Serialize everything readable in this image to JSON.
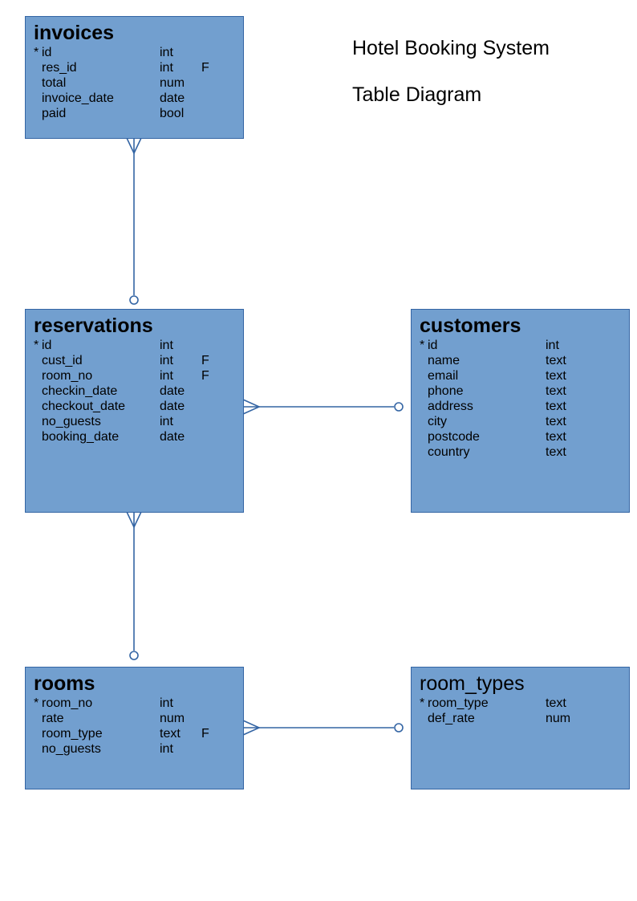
{
  "header": {
    "title": "Hotel Booking System",
    "subtitle": "Table Diagram"
  },
  "colors": {
    "entity_fill": "#729fcf",
    "entity_border": "#3465a4",
    "connector": "#3465a4"
  },
  "entities": [
    {
      "name": "invoices",
      "fields": [
        {
          "key": "*",
          "name": "id",
          "type": "int",
          "fk": ""
        },
        {
          "key": "",
          "name": "res_id",
          "type": "int",
          "fk": "F"
        },
        {
          "key": "",
          "name": "total",
          "type": "num",
          "fk": ""
        },
        {
          "key": "",
          "name": "invoice_date",
          "type": "date",
          "fk": ""
        },
        {
          "key": "",
          "name": "paid",
          "type": "bool",
          "fk": ""
        }
      ]
    },
    {
      "name": "reservations",
      "fields": [
        {
          "key": "*",
          "name": "id",
          "type": "int",
          "fk": ""
        },
        {
          "key": "",
          "name": "cust_id",
          "type": "int",
          "fk": "F"
        },
        {
          "key": "",
          "name": "room_no",
          "type": "int",
          "fk": "F"
        },
        {
          "key": "",
          "name": "checkin_date",
          "type": "date",
          "fk": ""
        },
        {
          "key": "",
          "name": "checkout_date",
          "type": "date",
          "fk": ""
        },
        {
          "key": "",
          "name": "no_guests",
          "type": "int",
          "fk": ""
        },
        {
          "key": "",
          "name": "booking_date",
          "type": "date",
          "fk": ""
        }
      ]
    },
    {
      "name": "customers",
      "fields": [
        {
          "key": "*",
          "name": "id",
          "type": "int",
          "fk": ""
        },
        {
          "key": "",
          "name": "name",
          "type": "text",
          "fk": ""
        },
        {
          "key": "",
          "name": "email",
          "type": "text",
          "fk": ""
        },
        {
          "key": "",
          "name": "phone",
          "type": "text",
          "fk": ""
        },
        {
          "key": "",
          "name": "address",
          "type": "text",
          "fk": ""
        },
        {
          "key": "",
          "name": "city",
          "type": "text",
          "fk": ""
        },
        {
          "key": "",
          "name": "postcode",
          "type": "text",
          "fk": ""
        },
        {
          "key": "",
          "name": "country",
          "type": "text",
          "fk": ""
        }
      ]
    },
    {
      "name": "rooms",
      "fields": [
        {
          "key": "*",
          "name": "room_no",
          "type": "int",
          "fk": ""
        },
        {
          "key": "",
          "name": "rate",
          "type": "num",
          "fk": ""
        },
        {
          "key": "",
          "name": "room_type",
          "type": "text",
          "fk": "F"
        },
        {
          "key": "",
          "name": "no_guests",
          "type": "int",
          "fk": ""
        }
      ]
    },
    {
      "name": "room_types",
      "fields": [
        {
          "key": "*",
          "name": "room_type",
          "type": "text",
          "fk": ""
        },
        {
          "key": "",
          "name": "def_rate",
          "type": "num",
          "fk": ""
        }
      ]
    }
  ],
  "relationships": [
    {
      "from": "invoices",
      "to": "reservations",
      "from_end": "many",
      "to_end": "zero-or-one"
    },
    {
      "from": "reservations",
      "to": "customers",
      "from_end": "many",
      "to_end": "zero-or-one"
    },
    {
      "from": "reservations",
      "to": "rooms",
      "from_end": "many",
      "to_end": "zero-or-one"
    },
    {
      "from": "rooms",
      "to": "room_types",
      "from_end": "many",
      "to_end": "zero-or-one"
    }
  ]
}
